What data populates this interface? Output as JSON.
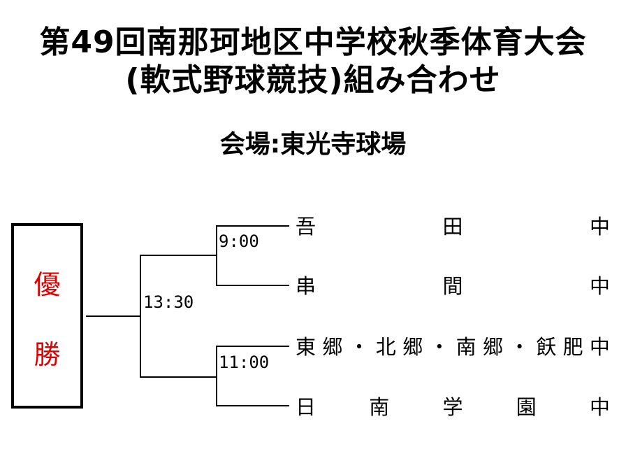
{
  "title": {
    "line1": "第49回南那珂地区中学校秋季体育大会",
    "line2": "(軟式野球競技)組み合わせ"
  },
  "venue": "会場:東光寺球場",
  "champion": {
    "chars": [
      "優",
      "勝"
    ],
    "color": "#e00000"
  },
  "matches": [
    {
      "time": "9:00"
    },
    {
      "time": "11:00"
    },
    {
      "time": "13:30"
    }
  ],
  "teams": [
    {
      "chars": [
        "吾",
        "田",
        "中"
      ]
    },
    {
      "chars": [
        "串",
        "間",
        "中"
      ]
    },
    {
      "chars": [
        "東",
        "郷",
        "・",
        "北",
        "郷",
        "・",
        "南",
        "郷",
        "・",
        "飫",
        "肥",
        "中"
      ]
    },
    {
      "chars": [
        "日",
        "南",
        "学",
        "園",
        "中"
      ]
    }
  ]
}
